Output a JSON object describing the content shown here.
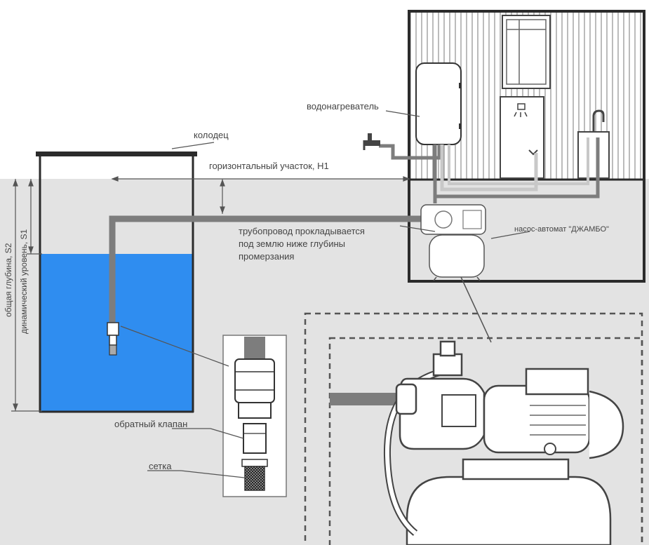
{
  "labels": {
    "well": "колодец",
    "water_heater": "водонагреватель",
    "horizontal_section": "горизонтальный участок, H1",
    "pipeline_line1": "трубопровод прокладывается",
    "pipeline_line2": "под землю ниже глубины",
    "pipeline_line3": "промерзания",
    "pump": "насос-автомат \"ДЖАМБО\"",
    "total_depth": "общая глубина, S2",
    "dynamic_level": "динамический уровень, S1",
    "check_valve": "обратный клапан",
    "strainer": "сетка"
  },
  "colors": {
    "ground": "#e3e3e3",
    "water": "#2f8df0",
    "pipe": "#7d7d7d",
    "frame": "#2b2b2b",
    "line": "#555555"
  }
}
